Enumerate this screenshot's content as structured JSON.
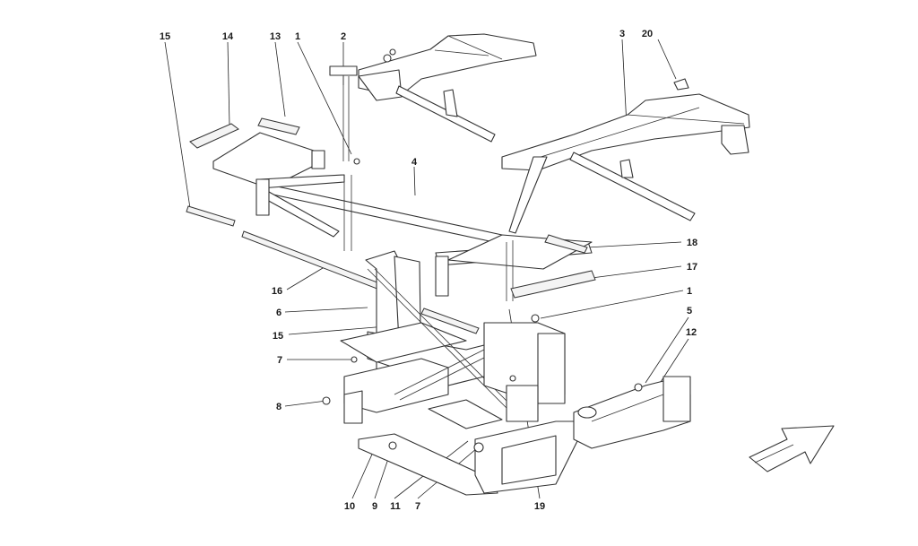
{
  "callouts": [
    {
      "id": "c15a",
      "text": "15"
    },
    {
      "id": "c14",
      "text": "14"
    },
    {
      "id": "c13",
      "text": "13"
    },
    {
      "id": "c1a",
      "text": "1"
    },
    {
      "id": "c2",
      "text": "2"
    },
    {
      "id": "c3",
      "text": "3"
    },
    {
      "id": "c20",
      "text": "20"
    },
    {
      "id": "c4",
      "text": "4"
    },
    {
      "id": "c18",
      "text": "18"
    },
    {
      "id": "c17",
      "text": "17"
    },
    {
      "id": "c1b",
      "text": "1"
    },
    {
      "id": "c16",
      "text": "16"
    },
    {
      "id": "c6",
      "text": "6"
    },
    {
      "id": "c15b",
      "text": "15"
    },
    {
      "id": "c5",
      "text": "5"
    },
    {
      "id": "c12",
      "text": "12"
    },
    {
      "id": "c7a",
      "text": "7"
    },
    {
      "id": "c8",
      "text": "8"
    },
    {
      "id": "c10",
      "text": "10"
    },
    {
      "id": "c9",
      "text": "9"
    },
    {
      "id": "c11",
      "text": "11"
    },
    {
      "id": "c7b",
      "text": "7"
    },
    {
      "id": "c19",
      "text": "19"
    }
  ]
}
